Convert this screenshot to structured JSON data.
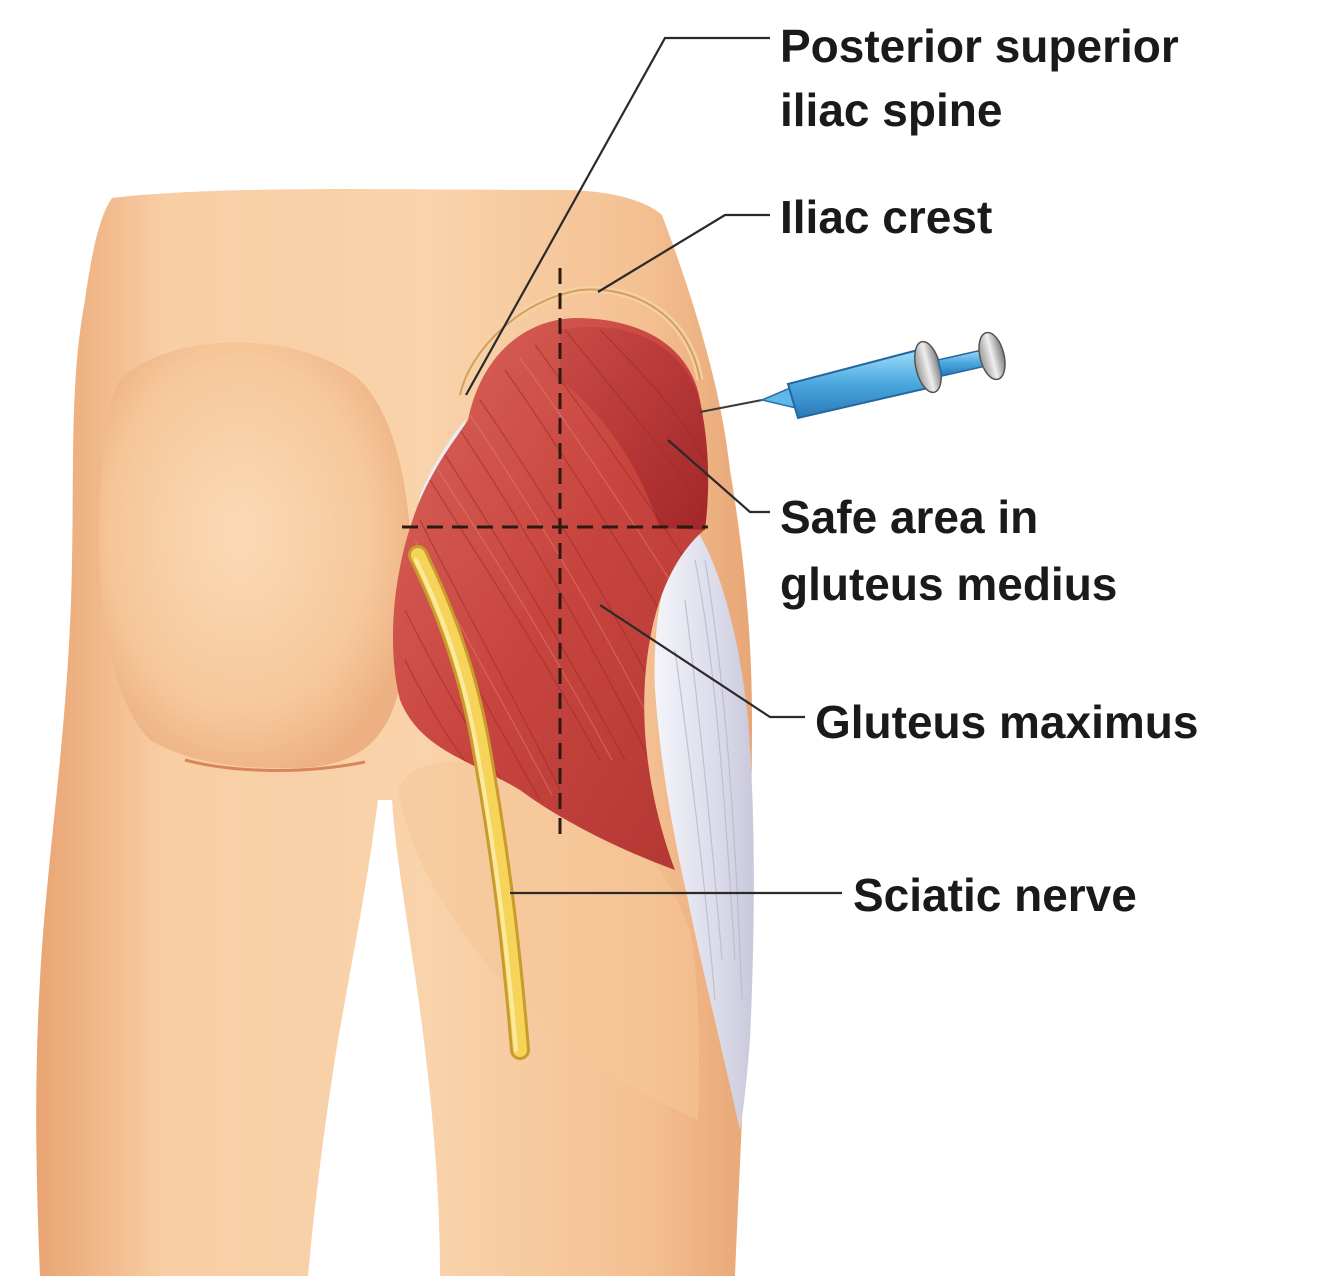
{
  "labels": {
    "psis_line1": "Posterior superior",
    "psis_line2": "iliac spine",
    "iliac_crest": "Iliac crest",
    "safe_area_line1": "Safe area in",
    "safe_area_line2": "gluteus medius",
    "gluteus_maximus": "Gluteus maximus",
    "sciatic_nerve": "Sciatic nerve"
  },
  "colors": {
    "skin": "#f6c79c",
    "skin_shadow": "#e8a877",
    "muscle": "#c8453f",
    "muscle_dark": "#a02a28",
    "fascia": "#e9e9f2",
    "nerve": "#f3cc48",
    "syringe": "#58b4e6"
  }
}
